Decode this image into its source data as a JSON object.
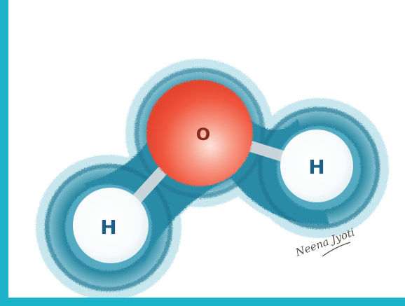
{
  "colors": {
    "frame_border": "#1bb3c9",
    "shell_dark": "#1e6f8c",
    "shell_mid": "#2f95ad",
    "shell_light": "#9fd3df",
    "oxygen_core": "#f0563f",
    "oxygen_highlight": "#fde3dc",
    "hydrogen_core": "#ffffff",
    "bond": "#d9dde0"
  },
  "molecule": {
    "oxygen": {
      "symbol": "O"
    },
    "hydrogen_left": {
      "symbol": "H"
    },
    "hydrogen_right": {
      "symbol": "H"
    }
  },
  "signature": {
    "text": "Neena Jyoti"
  }
}
